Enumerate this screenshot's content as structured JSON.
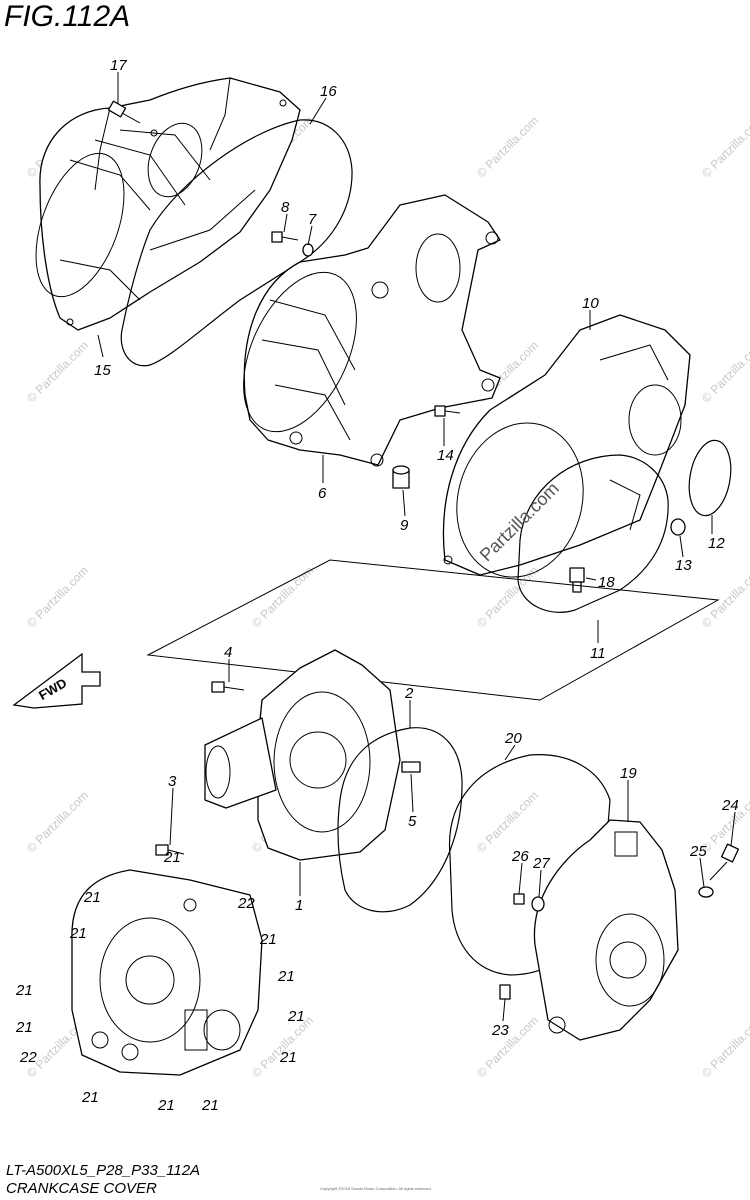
{
  "figure": {
    "title": "FIG.112A",
    "model_code": "LT-A500XL5_P28_P33_112A",
    "caption": "CRANKCASE COVER",
    "direction_label": "FWD",
    "watermark_text": "© Partzilla.com",
    "center_watermark": "Partzilla.com",
    "tiny_note": "Copyright ©2016 Suzuki Motor Corporation. All rights reserved."
  },
  "callouts": [
    "17",
    "16",
    "8",
    "7",
    "15",
    "6",
    "9",
    "10",
    "14",
    "12",
    "13",
    "18",
    "11",
    "4",
    "2",
    "3",
    "5",
    "1",
    "20",
    "19",
    "24",
    "25",
    "26",
    "27",
    "23",
    "21",
    "22"
  ],
  "colors": {
    "line": "#000000",
    "watermark": "#c8c8c8",
    "background": "#ffffff"
  }
}
